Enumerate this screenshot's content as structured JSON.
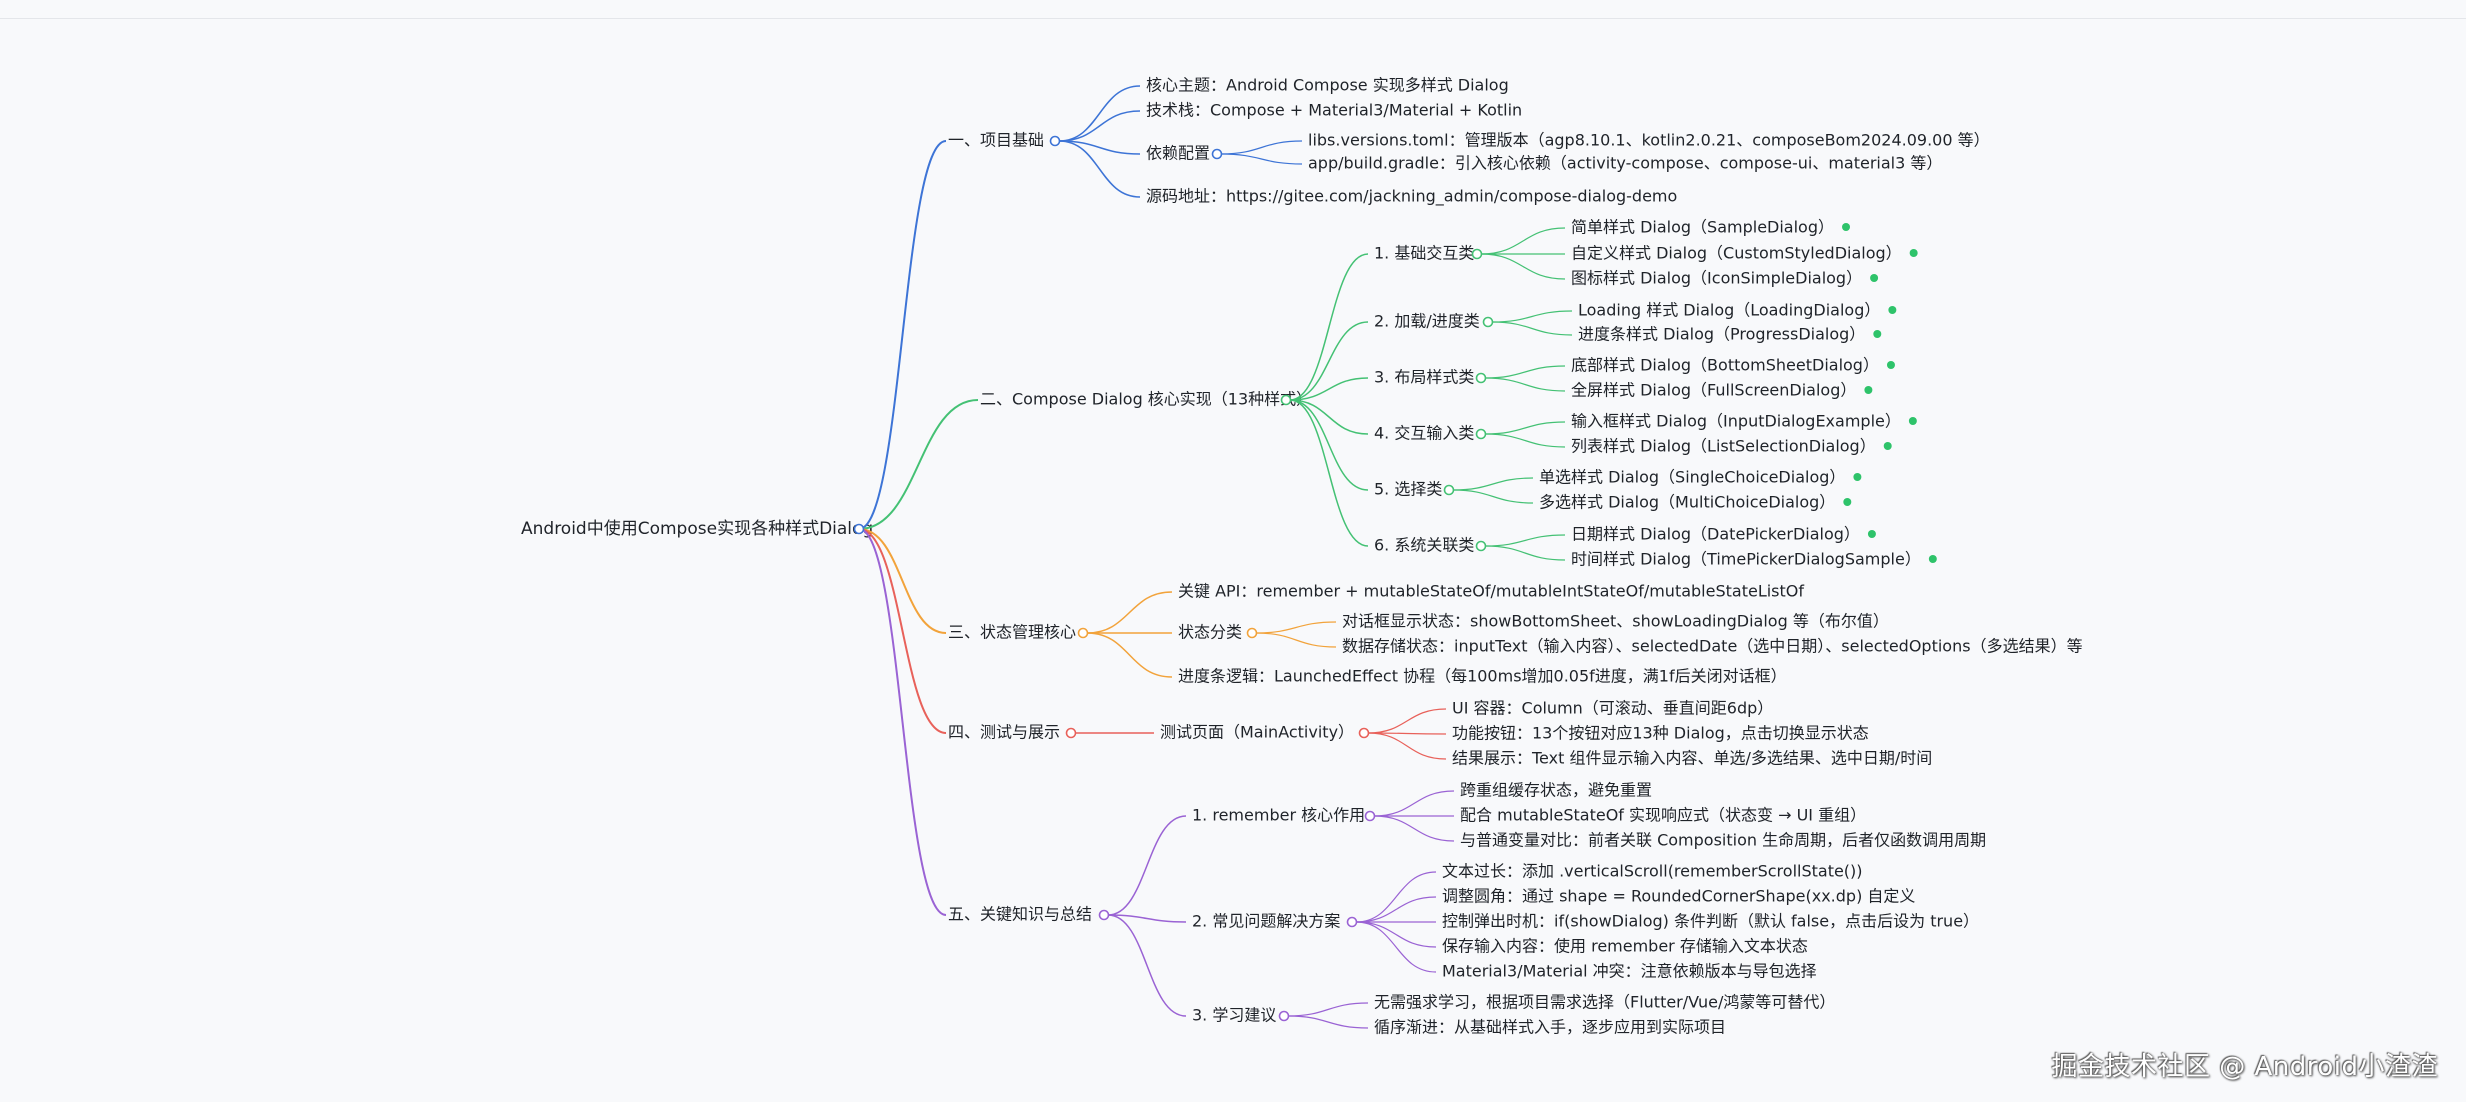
{
  "colors": {
    "blue": "#3d74d6",
    "green": "#44c174",
    "orange": "#f2a33b",
    "red": "#e8615a",
    "purple": "#9a63d4",
    "dot": "#2ec36a"
  },
  "root": {
    "label": "Android中使用Compose实现各种样式Dialog"
  },
  "branches": [
    {
      "label": "一、项目基础",
      "color": "blue",
      "children": [
        {
          "label": "核心主题：Android Compose 实现多样式 Dialog"
        },
        {
          "label": "技术栈：Compose + Material3/Material + Kotlin"
        },
        {
          "label": "依赖配置",
          "children": [
            {
              "label": "libs.versions.toml：管理版本（agp8.10.1、kotlin2.0.21、composeBom2024.09.00 等）"
            },
            {
              "label": "app/build.gradle：引入核心依赖（activity-compose、compose-ui、material3 等）"
            }
          ]
        },
        {
          "label": "源码地址：https://gitee.com/jackning_admin/compose-dialog-demo"
        }
      ]
    },
    {
      "label": "二、Compose Dialog 核心实现（13种样式）",
      "color": "green",
      "children": [
        {
          "label": "1. 基础交互类",
          "children": [
            {
              "label": "简单样式 Dialog（SampleDialog）",
              "dot": true
            },
            {
              "label": "自定义样式 Dialog（CustomStyledDialog）",
              "dot": true
            },
            {
              "label": "图标样式 Dialog（IconSimpleDialog）",
              "dot": true
            }
          ]
        },
        {
          "label": "2. 加载/进度类",
          "children": [
            {
              "label": "Loading 样式 Dialog（LoadingDialog）",
              "dot": true
            },
            {
              "label": "进度条样式 Dialog（ProgressDialog）",
              "dot": true
            }
          ]
        },
        {
          "label": "3. 布局样式类",
          "children": [
            {
              "label": "底部样式 Dialog（BottomSheetDialog）",
              "dot": true
            },
            {
              "label": "全屏样式 Dialog（FullScreenDialog）",
              "dot": true
            }
          ]
        },
        {
          "label": "4. 交互输入类",
          "children": [
            {
              "label": "输入框样式 Dialog（InputDialogExample）",
              "dot": true
            },
            {
              "label": "列表样式 Dialog（ListSelectionDialog）",
              "dot": true
            }
          ]
        },
        {
          "label": "5. 选择类",
          "children": [
            {
              "label": "单选样式 Dialog（SingleChoiceDialog）",
              "dot": true
            },
            {
              "label": "多选样式 Dialog（MultiChoiceDialog）",
              "dot": true
            }
          ]
        },
        {
          "label": "6. 系统关联类",
          "children": [
            {
              "label": "日期样式 Dialog（DatePickerDialog）",
              "dot": true
            },
            {
              "label": "时间样式 Dialog（TimePickerDialogSample）",
              "dot": true
            }
          ]
        }
      ]
    },
    {
      "label": "三、状态管理核心",
      "color": "orange",
      "children": [
        {
          "label": "关键 API：remember + mutableStateOf/mutableIntStateOf/mutableStateListOf"
        },
        {
          "label": "状态分类",
          "children": [
            {
              "label": "对话框显示状态：showBottomSheet、showLoadingDialog 等（布尔值）"
            },
            {
              "label": "数据存储状态：inputText（输入内容）、selectedDate（选中日期）、selectedOptions（多选结果）等"
            }
          ]
        },
        {
          "label": "进度条逻辑：LaunchedEffect 协程（每100ms增加0.05f进度，满1f后关闭对话框）"
        }
      ]
    },
    {
      "label": "四、测试与展示",
      "color": "red",
      "children": [
        {
          "label": "测试页面（MainActivity）",
          "children": [
            {
              "label": "UI 容器：Column（可滚动、垂直间距6dp）"
            },
            {
              "label": "功能按钮：13个按钮对应13种 Dialog，点击切换显示状态"
            },
            {
              "label": "结果展示：Text 组件显示输入内容、单选/多选结果、选中日期/时间"
            }
          ]
        }
      ]
    },
    {
      "label": "五、关键知识与总结",
      "color": "purple",
      "children": [
        {
          "label": "1. remember 核心作用",
          "children": [
            {
              "label": "跨重组缓存状态，避免重置"
            },
            {
              "label": "配合 mutableStateOf 实现响应式（状态变 → UI 重组）"
            },
            {
              "label": "与普通变量对比：前者关联 Composition 生命周期，后者仅函数调用周期"
            }
          ]
        },
        {
          "label": "2. 常见问题解决方案",
          "children": [
            {
              "label": "文本过长：添加 .verticalScroll(rememberScrollState())"
            },
            {
              "label": "调整圆角：通过 shape = RoundedCornerShape(xx.dp) 自定义"
            },
            {
              "label": "控制弹出时机：if(showDialog) 条件判断（默认 false，点击后设为 true）"
            },
            {
              "label": "保存输入内容：使用 remember 存储输入文本状态"
            },
            {
              "label": "Material3/Material 冲突：注意依赖版本与导包选择"
            }
          ]
        },
        {
          "label": "3. 学习建议",
          "children": [
            {
              "label": "无需强求学习，根据项目需求选择（Flutter/Vue/鸿蒙等可替代）"
            },
            {
              "label": "循序渐进：从基础样式入手，逐步应用到实际项目"
            }
          ]
        }
      ]
    }
  ],
  "watermark": "掘金技术社区 @ Android小渣渣"
}
